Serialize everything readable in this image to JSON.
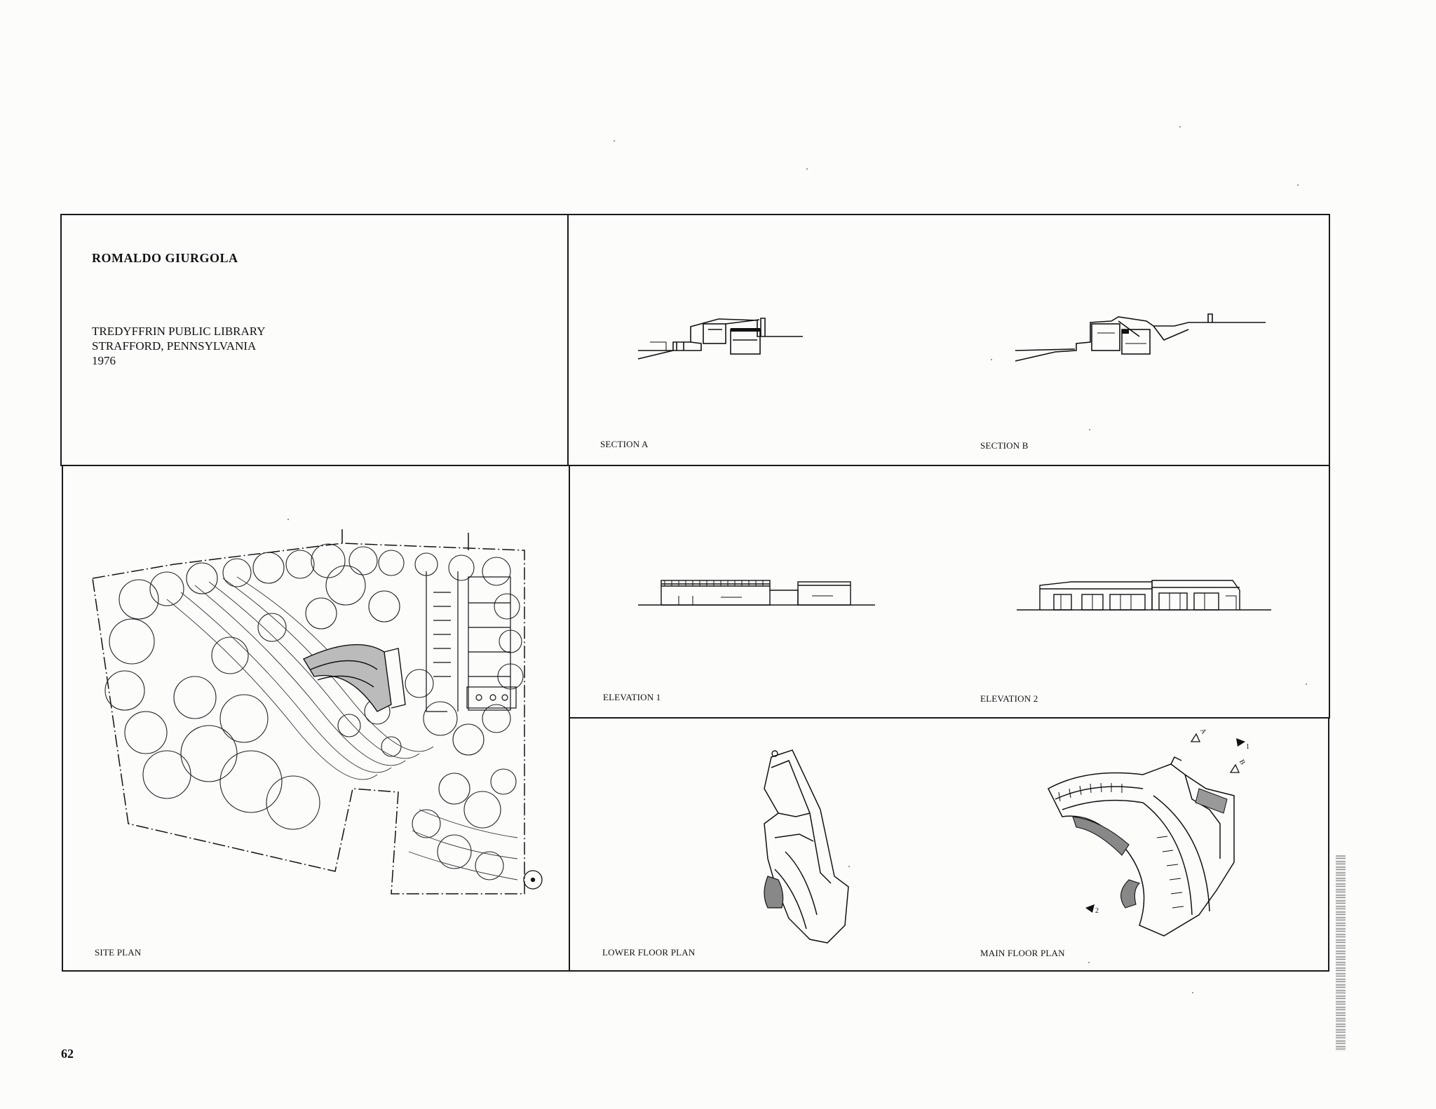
{
  "header": {
    "architect": "ROMALDO GIURGOLA",
    "project_lines": [
      "TREDYFFRIN PUBLIC LIBRARY",
      "STRAFFORD, PENNSYLVANIA",
      "1976"
    ]
  },
  "drawings": {
    "section_a": "SECTION A",
    "section_b": "SECTION B",
    "elevation_1": "ELEVATION 1",
    "elevation_2": "ELEVATION 2",
    "site_plan": "SITE PLAN",
    "lower_floor_plan": "LOWER FLOOR PLAN",
    "main_floor_plan": "MAIN FLOOR PLAN"
  },
  "plan_markers": [
    "A",
    "1",
    "B",
    "2"
  ],
  "page_number": "62"
}
